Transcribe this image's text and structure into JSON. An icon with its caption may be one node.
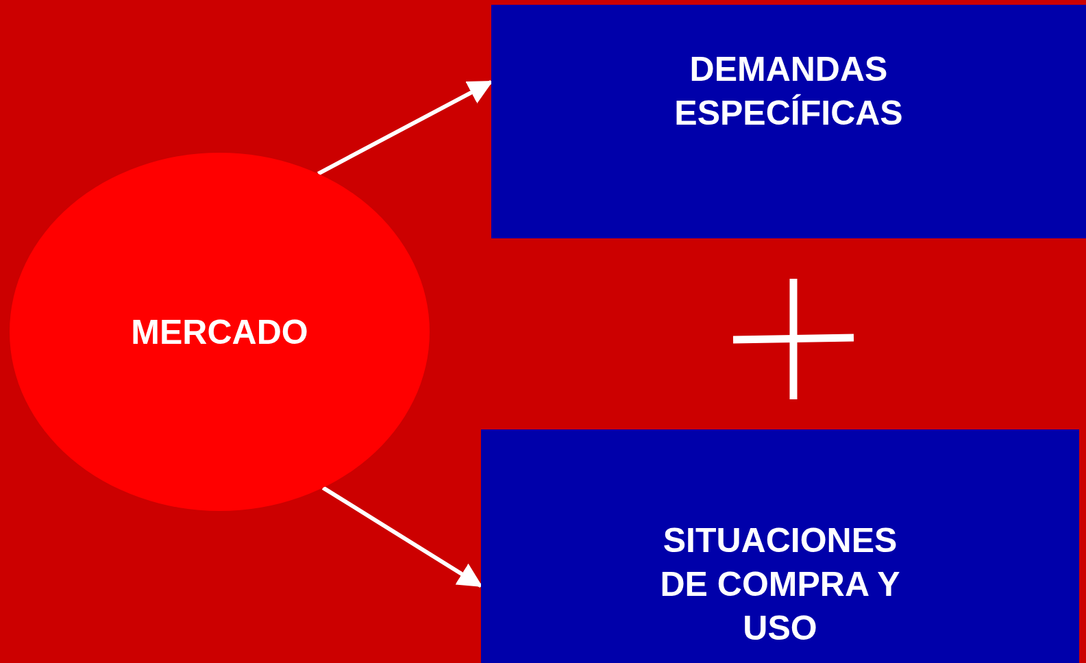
{
  "diagram": {
    "nodes": [
      {
        "text": [
          "MERCADO"
        ]
      },
      {
        "text": [
          "DEMANDAS ESPECÍFICAS"
        ]
      },
      {
        "text": [
          "SITUACIONES DE COMPRA Y USO"
        ]
      }
    ],
    "edges": [
      {
        "from": 0,
        "to": 1,
        "arrow": "to"
      },
      {
        "from": 0,
        "to": 2,
        "arrow": "to"
      }
    ]
  }
}
